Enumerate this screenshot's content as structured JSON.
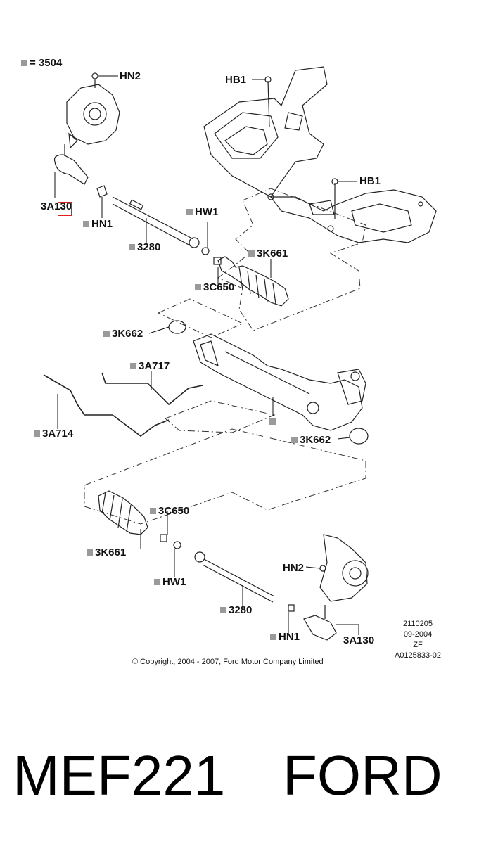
{
  "legend": {
    "equals": "= 3504"
  },
  "callouts": {
    "hn2_top": "HN2",
    "hb1_top": "HB1",
    "hb1_mid": "HB1",
    "a130_top": "3A130",
    "hn1_top": "HN1",
    "hw1_top": "HW1",
    "r3280_top": "3280",
    "k661_top": "3K661",
    "c650_top": "3C650",
    "k662_left": "3K662",
    "a717": "3A717",
    "a714": "3A714",
    "k662_right": "3K662",
    "c650_bottom": "3C650",
    "k661_bottom": "3K661",
    "hw1_bottom": "HW1",
    "hn2_bottom": "HN2",
    "r3280_bottom": "3280",
    "hn1_bottom": "HN1",
    "a130_bottom": "3A130"
  },
  "reference": {
    "line1": "2110205",
    "line2": "09-2004",
    "line3": "ZF",
    "line4": "A0125833-02"
  },
  "copyright": "© Copyright, 2004 - 2007, Ford Motor Company Limited",
  "footer": {
    "model": "MEF221",
    "brand": "FORD"
  },
  "colors": {
    "ink": "#111111",
    "legend_square": "#9a9a9a",
    "highlight_box": "#e02020"
  }
}
